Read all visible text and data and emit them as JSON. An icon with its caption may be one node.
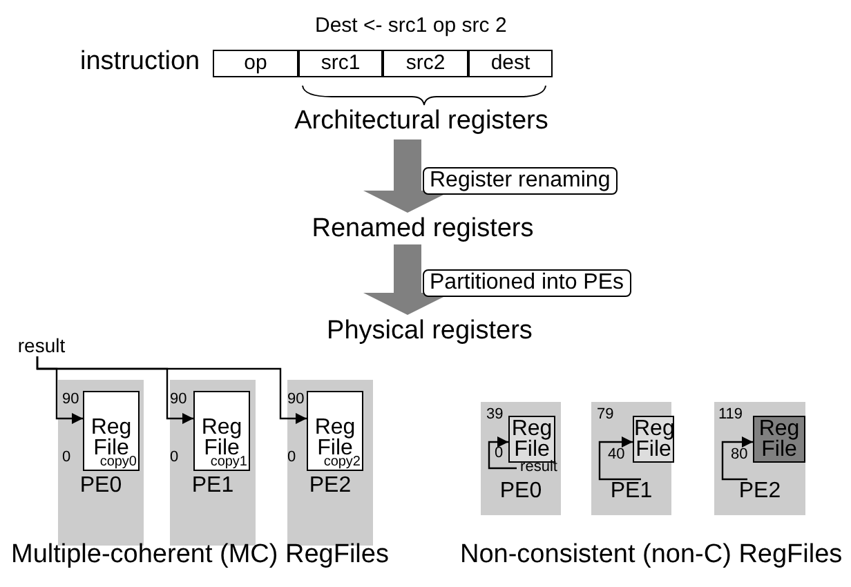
{
  "diagram": {
    "nodes": [
      {
        "text": [
          "op"
        ]
      },
      {
        "text": [
          "src1"
        ]
      },
      {
        "text": [
          "src2"
        ]
      },
      {
        "text": [
          "dest"
        ]
      },
      {
        "text": [
          "Architectural registers"
        ]
      },
      {
        "text": [
          "Renamed registers"
        ]
      },
      {
        "text": [
          "Physical registers"
        ]
      },
      {
        "text": [
          "result"
        ]
      },
      {
        "text": [
          "PE0"
        ]
      },
      {
        "text": [
          "Reg File",
          "copy0"
        ],
        "in": 8,
        "beside": [
          "90",
          "0"
        ]
      },
      {
        "text": [
          "PE1"
        ]
      },
      {
        "text": [
          "Reg File",
          "copy1"
        ],
        "in": 10,
        "beside": [
          "90",
          "0"
        ]
      },
      {
        "text": [
          "PE2"
        ]
      },
      {
        "text": [
          "Reg File",
          "copy2"
        ],
        "in": 12,
        "beside": [
          "90",
          "0"
        ]
      },
      {
        "text": [
          "PE0"
        ]
      },
      {
        "text": [
          "Reg File"
        ],
        "in": 14,
        "beside": [
          "39",
          "0"
        ]
      },
      {
        "text": [
          "result"
        ],
        "in": 14
      },
      {
        "text": [
          "PE1"
        ]
      },
      {
        "text": [
          "Reg File"
        ],
        "in": 17,
        "beside": [
          "79",
          "40"
        ]
      },
      {
        "text": [
          "PE2"
        ]
      },
      {
        "text": [
          "Reg File"
        ],
        "in": 19,
        "beside": [
          "119",
          "80"
        ]
      }
    ],
    "edges": [
      {
        "from": 4,
        "to": 5,
        "arrow": "to",
        "label": "Register renaming",
        "style": "thick",
        "color": "#808080"
      },
      {
        "from": 5,
        "to": 6,
        "arrow": "to",
        "label": "Partitioned into PEs",
        "style": "thick",
        "color": "#808080"
      },
      {
        "from": 7,
        "to": 9,
        "arrow": "to"
      },
      {
        "from": 7,
        "to": 11,
        "arrow": "to"
      },
      {
        "from": 7,
        "to": 13,
        "arrow": "to"
      },
      {
        "from": 16,
        "to": 15,
        "arrow": "to"
      },
      {
        "from": null,
        "to": 18,
        "arrow": "to"
      },
      {
        "from": null,
        "to": 20,
        "arrow": "to"
      }
    ],
    "labels": [
      "Dest <- src1 op src 2",
      "instruction",
      "Multiple-coherent (MC) RegFiles",
      "Non-consistent (non-C) RegFiles"
    ]
  }
}
